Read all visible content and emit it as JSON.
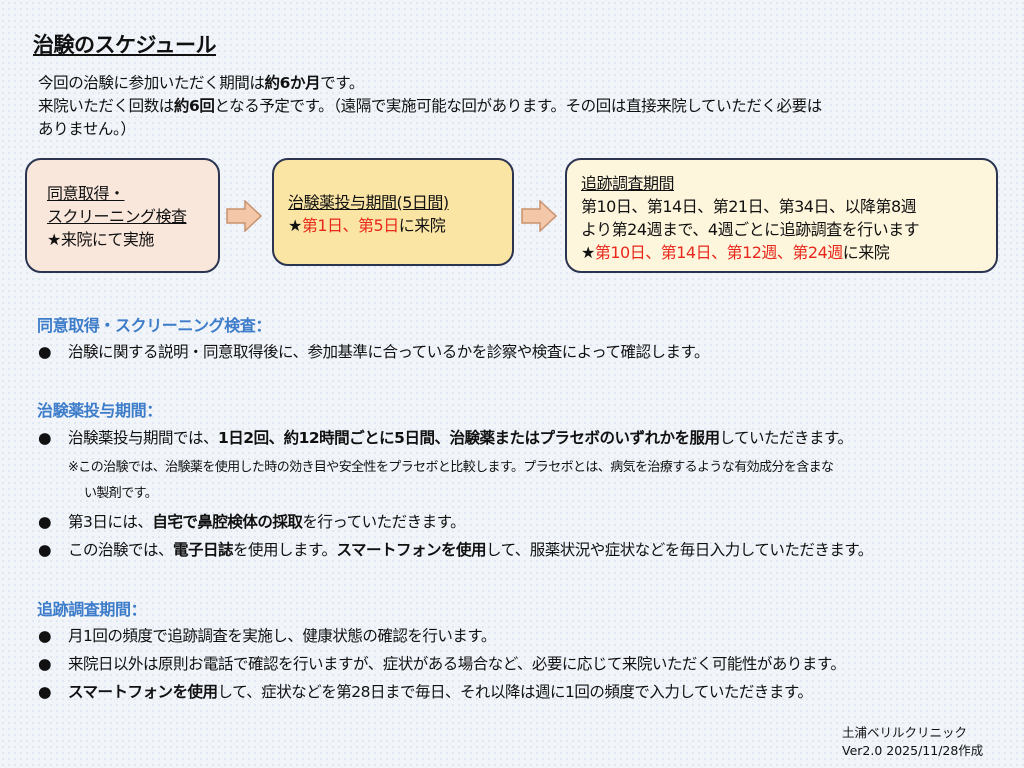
{
  "title": "治験のスケジュール",
  "intro": [
    [
      {
        "t": "今回の治験に参加いただく期間は"
      },
      {
        "t": "約6か月",
        "b": 1
      },
      {
        "t": "です。"
      }
    ],
    [
      {
        "t": "来院いただく回数は"
      },
      {
        "t": "約6回",
        "b": 1
      },
      {
        "t": "となる予定です。（遠隔で実施可能な回があります。その回は直接来院していただく必要は"
      }
    ],
    [
      {
        "t": "ありません。）"
      }
    ]
  ],
  "boxes": [
    {
      "title_lines": [
        "同意取得・",
        "スクリーニング検査"
      ],
      "lines": [
        [
          {
            "t": "★来院にて実施"
          }
        ]
      ]
    },
    {
      "title_lines": [
        "治験薬投与期間(5日間)"
      ],
      "lines": [
        [
          {
            "t": "★"
          },
          {
            "t": "第1日、第5日",
            "r": 1
          },
          {
            "t": "に来院"
          }
        ]
      ]
    },
    {
      "title_lines": [
        "追跡調査期間"
      ],
      "lines": [
        [
          {
            "t": "第10日、第14日、第21日、第34日、以降第8週"
          }
        ],
        [
          {
            "t": "より第24週まで、4週ごとに追跡調査を行います"
          }
        ],
        [
          {
            "t": "★"
          },
          {
            "t": "第10日、第14日、第12週、第24週",
            "r": 1
          },
          {
            "t": "に来院"
          }
        ]
      ]
    }
  ],
  "colors": {
    "accent": "#3d7cc9",
    "red": "#e8281c",
    "box1": "#fae7dc",
    "box2": "#fbe5a4",
    "box3": "#fdf5dc"
  },
  "sections": [
    {
      "heading": "同意取得・スクリーニング検査：",
      "items": [
        {
          "type": "bullet",
          "seg": [
            {
              "t": "治験に関する説明・同意取得後に、参加基準に合っているかを診察や検査によって確認します。"
            }
          ]
        }
      ]
    },
    {
      "heading": "治験薬投与期間：",
      "items": [
        {
          "type": "bullet",
          "seg": [
            {
              "t": "治験薬投与期間では、"
            },
            {
              "t": "1日2回、約12時間ごとに5日間、治験薬またはプラセボのいずれかを服用",
              "b": 1
            },
            {
              "t": "していただきます。"
            }
          ]
        },
        {
          "type": "note",
          "seg": [
            {
              "t": "※この治験では、治験薬を使用した時の効き目や安全性をプラセボと比較します。プラセボとは、病気を治療するような有効成分を含まな"
            }
          ]
        },
        {
          "type": "note2",
          "seg": [
            {
              "t": "い製剤です。"
            }
          ]
        },
        {
          "type": "bullet",
          "seg": [
            {
              "t": "第3日には、"
            },
            {
              "t": "自宅で鼻腔検体の採取",
              "b": 1
            },
            {
              "t": "を行っていただきます。"
            }
          ]
        },
        {
          "type": "bullet",
          "seg": [
            {
              "t": "この治験では、"
            },
            {
              "t": "電子日誌",
              "b": 1
            },
            {
              "t": "を使用します。"
            },
            {
              "t": "スマートフォンを使用",
              "b": 1
            },
            {
              "t": "して、服薬状況や症状などを毎日入力していただきます。"
            }
          ]
        }
      ]
    },
    {
      "heading": "追跡調査期間：",
      "items": [
        {
          "type": "bullet",
          "seg": [
            {
              "t": "月1回の頻度で追跡調査を実施し、健康状態の確認を行います。"
            }
          ]
        },
        {
          "type": "bullet",
          "seg": [
            {
              "t": "来院日以外は原則お電話で確認を行いますが、症状がある場合など、必要に応じて来院いただく可能性があります。"
            }
          ]
        },
        {
          "type": "bullet",
          "seg": [
            {
              "t": "スマートフォンを使用",
              "b": 1
            },
            {
              "t": "して、症状などを第28日まで毎日、それ以降は週に1回の頻度で入力していただきます。"
            }
          ]
        }
      ]
    }
  ],
  "bullet_glyph": "●",
  "footer": {
    "clinic": "土浦ベリルクリニック",
    "version": "Ver2.0 2025/11/28作成"
  }
}
